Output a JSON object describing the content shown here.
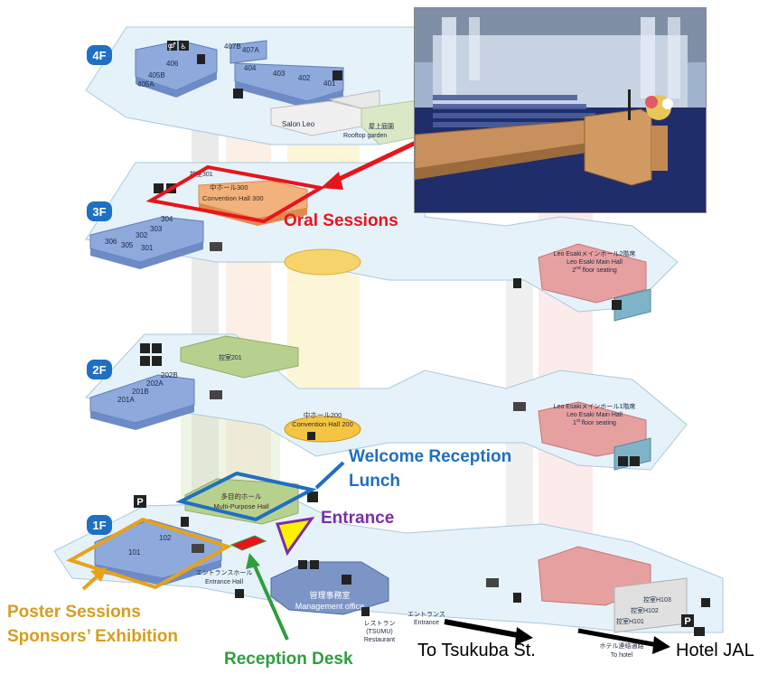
{
  "floors": {
    "f4": "4F",
    "f3": "3F",
    "f2": "2F",
    "f1": "1F"
  },
  "rooms_4f": {
    "r407b": "407B",
    "r407a": "407A",
    "r406": "406",
    "r405b": "405B",
    "r405a": "405A",
    "r404": "404",
    "r403": "403",
    "r402": "402",
    "r401": "401",
    "salon": "Salon Leo",
    "rooftop_jp": "屋上庭園",
    "rooftop_en": "Rooftop garden"
  },
  "rooms_3f": {
    "hikae": "控室301",
    "hall_jp": "中ホール300",
    "hall_en": "Convention Hall 300",
    "r304": "304",
    "r303": "303",
    "r302": "302",
    "r306": "306",
    "r305": "305",
    "r301": "301",
    "main2_jp": "Leo Esakiメインホール2階席",
    "main2_en": "Leo Esaki Main Hall",
    "main2_seat_pre": "2",
    "main2_seat_sup": "nd",
    "main2_seat_post": " floor seating"
  },
  "rooms_2f": {
    "hikae": "控室201",
    "r202b": "202B",
    "r202a": "202A",
    "r201b": "201B",
    "r201a": "201A",
    "hall_jp": "中ホール200",
    "hall_en": "Convention Hall 200",
    "main1_jp": "Leo Esakiメインホール1階席",
    "main1_en": "Leo Esaki Main Hall",
    "main1_seat_pre": "1",
    "main1_seat_sup": "st",
    "main1_seat_post": " floor seating"
  },
  "rooms_1f": {
    "mp_jp": "多目的ホール",
    "mp_en": "Multi-Purpose Hall",
    "r102": "102",
    "r101": "101",
    "entrance_hall_jp": "エントランスホール",
    "entrance_hall_en": "Entrance Hall",
    "mgmt_jp": "管理事務室",
    "mgmt_en": "Management office",
    "restaurant_jp": "レストラン",
    "restaurant_name": "(TSUMU)",
    "restaurant_en": "Restaurant",
    "entrance_jp": "エントランス",
    "entrance_en": "Entrance",
    "hotel_path_jp": "ホテル連絡通路",
    "hotel_path_en": "To hotel",
    "h103": "控室H103",
    "h102": "控室H102",
    "h101": "控室H101",
    "parking": "P"
  },
  "callouts": {
    "oral": "Oral Sessions",
    "welcome": "Welcome Reception",
    "lunch": "Lunch",
    "entrance": "Entrance",
    "poster": "Poster Sessions",
    "sponsors": "Sponsors’ Exhibition",
    "reception": "Reception Desk",
    "tsukuba": "To Tsukuba St.",
    "hotel": "Hotel JAL"
  },
  "colors": {
    "oral": "#e8141b",
    "welcome": "#1f6fc2",
    "entrance": "#7b2fa3",
    "poster": "#e8a21a",
    "reception": "#2e9e3e",
    "floor_badge": "#1f6fc2",
    "room_blue": "#8ea9dc",
    "hall_orange": "#f3b27c",
    "hall_yellow": "#f4c542",
    "main_hall": "#e7a0a0",
    "mp_green": "#b7d08e"
  },
  "icons": {
    "restroom": "restroom-icon",
    "wheelchair": "wheelchair-icon",
    "elevator": "elevator-icon",
    "escalator": "escalator-icon",
    "parking": "parking-icon",
    "information": "information-icon",
    "restaurant": "restaurant-icon",
    "smoking": "smoking-icon"
  }
}
